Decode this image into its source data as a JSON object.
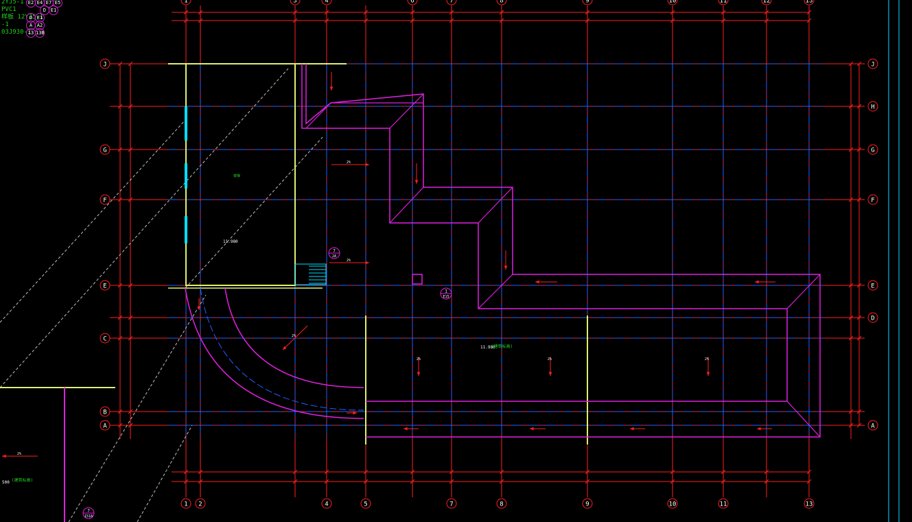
{
  "colors": {
    "background": "#000000",
    "axis": "#ff2020",
    "center_line": "#2060ff",
    "wall": "#e0f070",
    "roof_edge": "#e020e0",
    "dim_text": "#ffffff",
    "note_text": "#20d020",
    "window": "#00e0ff"
  },
  "legend_notes": [
    {
      "text": "2YJ5-1",
      "tags": [
        "E2",
        "E4",
        "E7",
        "E5"
      ]
    },
    {
      "text": "PVC1",
      "tags": [
        "D",
        "E1"
      ]
    },
    {
      "text": "样板 12YJ5-1",
      "tags": [
        "D",
        "E1"
      ]
    },
    {
      "text": "-1",
      "tags": [
        "A",
        "A2"
      ]
    },
    {
      "text": "03J930-1",
      "tags": [
        "13",
        "13B"
      ]
    }
  ],
  "grid": {
    "columns": [
      "1",
      "2",
      "4",
      "5",
      "7",
      "8",
      "9",
      "10",
      "11",
      "13"
    ],
    "top_columns": [
      "1",
      "3",
      "4",
      "6",
      "7",
      "8",
      "9",
      "10",
      "11",
      "12",
      "13"
    ],
    "rows": [
      "J",
      "H",
      "G",
      "F",
      "E",
      "D",
      "C",
      "B",
      "A"
    ],
    "left_rows": [
      "J",
      "G",
      "F",
      "E",
      "C",
      "B",
      "A"
    ],
    "right_rows": [
      "J",
      "H",
      "G",
      "F",
      "E",
      "D",
      "A"
    ]
  },
  "annotations": {
    "elev_left": "11.980",
    "elev_mid": "11.980",
    "elev_mid_note": "(建筑标高)",
    "slope": "2%",
    "detail_tag_1": "7",
    "detail_tag_1_sub": "2A",
    "detail_tag_2": "1",
    "detail_tag_2_sub": "E15",
    "detail_tag_3": "7",
    "detail_tag_3_sub": "1518",
    "bottom_left_elev": "500",
    "bottom_left_note": "(建筑标高)",
    "room_note": "楼梯"
  }
}
